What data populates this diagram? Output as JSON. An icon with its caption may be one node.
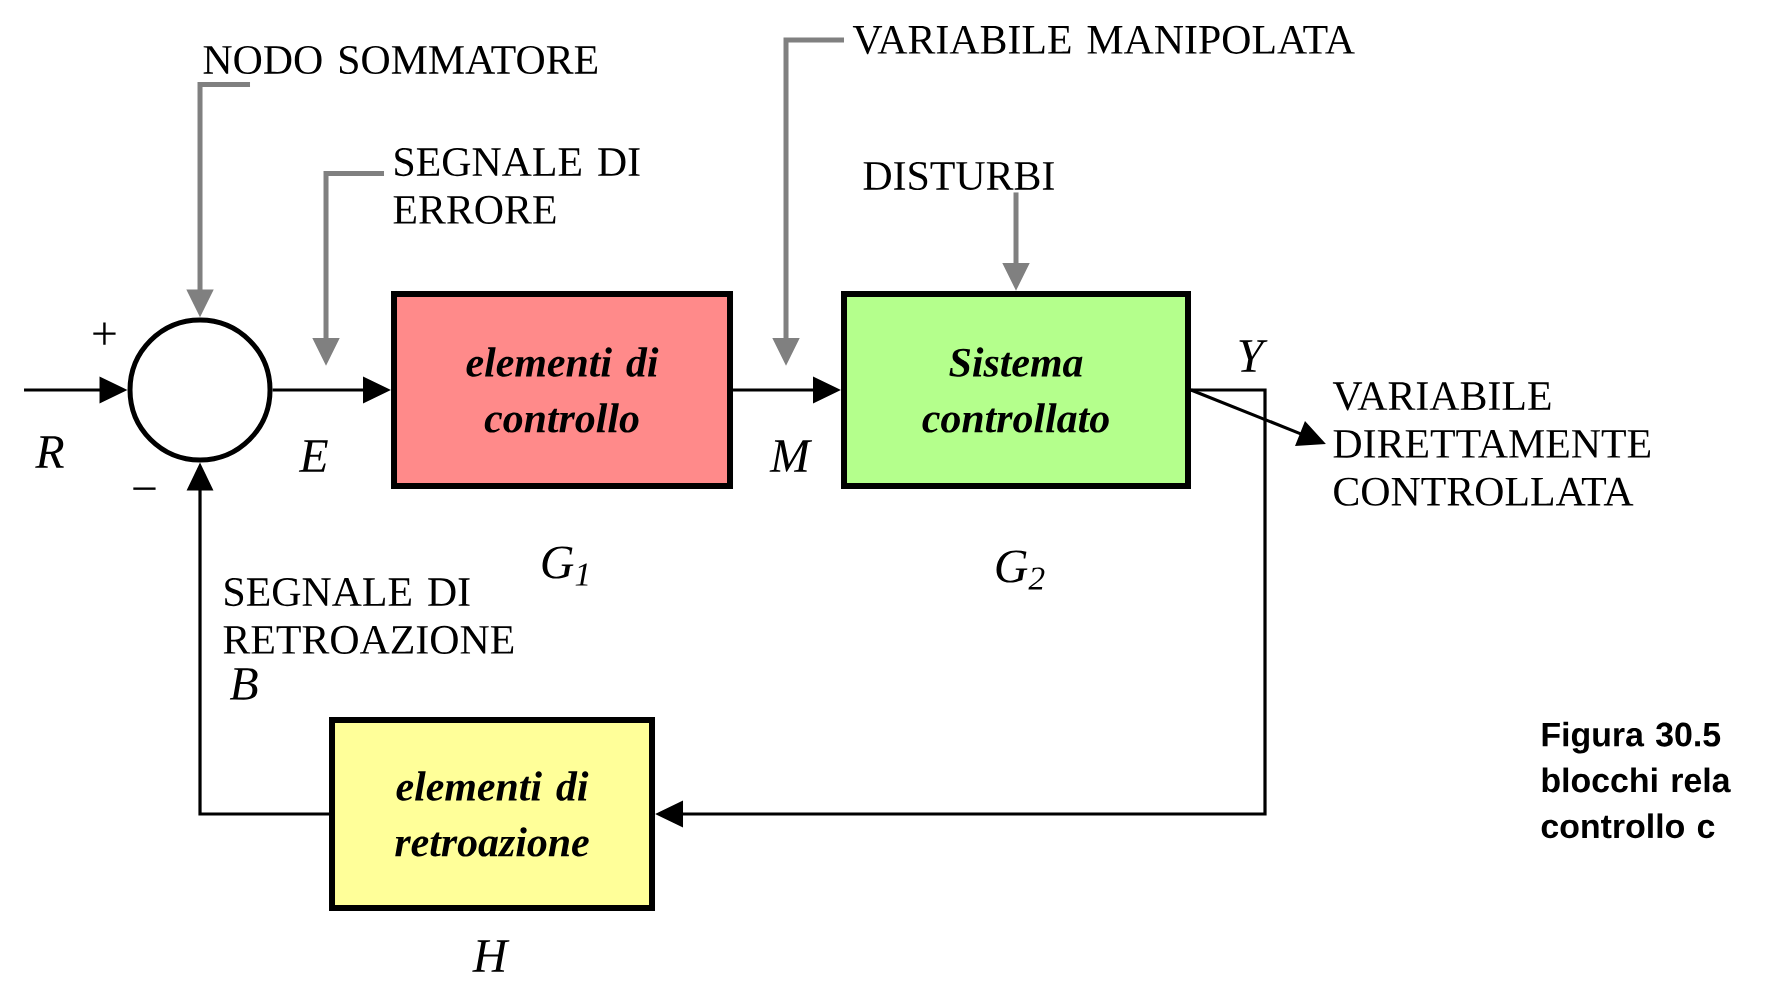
{
  "diagram": {
    "caption": "Figura 30.5 blocchi rela controllo c",
    "nodes": [
      {
        "text": [],
        "shape": "circle",
        "beside": [
          "+",
          "−"
        ]
      },
      {
        "text": [
          "elementi di controllo"
        ],
        "beside": [
          "G$_{1}$"
        ]
      },
      {
        "text": [
          "Sistema controllato"
        ],
        "beside": [
          "G$_{2}$"
        ]
      },
      {
        "text": [
          "elementi di retroazione"
        ],
        "beside": [
          "H"
        ]
      },
      {
        "text": [
          "VARIABILE DIRETTAMENTE CONTROLLATA"
        ]
      },
      {
        "text": [
          "NODO SOMMATORE"
        ]
      },
      {
        "text": [
          "SEGNALE DI ERRORE"
        ]
      },
      {
        "text": [
          "VARIABILE MANIPOLATA"
        ]
      },
      {
        "text": [
          "DISTURBI"
        ]
      }
    ],
    "edges": [
      {
        "from": null,
        "to": 0,
        "arrow": "to",
        "label": "R"
      },
      {
        "from": 0,
        "to": 1,
        "arrow": "to",
        "label": "E"
      },
      {
        "from": 1,
        "to": 2,
        "arrow": "to",
        "label": "M"
      },
      {
        "from": 2,
        "to": 4,
        "arrow": "to",
        "label": "Y"
      },
      {
        "from": 2,
        "to": 3,
        "arrow": "to"
      },
      {
        "from": 3,
        "to": 0,
        "arrow": "to",
        "label": "B"
      },
      {
        "from": 5,
        "to": 0,
        "arrow": "to",
        "color": "#808080"
      },
      {
        "from": 6,
        "to": null,
        "arrow": "to",
        "color": "#808080"
      },
      {
        "from": 7,
        "to": null,
        "arrow": "to",
        "color": "#808080"
      },
      {
        "from": 8,
        "to": 2,
        "arrow": "to",
        "color": "#808080"
      }
    ],
    "labels": [
      "SEGNALE DI RETROAZIONE"
    ]
  }
}
